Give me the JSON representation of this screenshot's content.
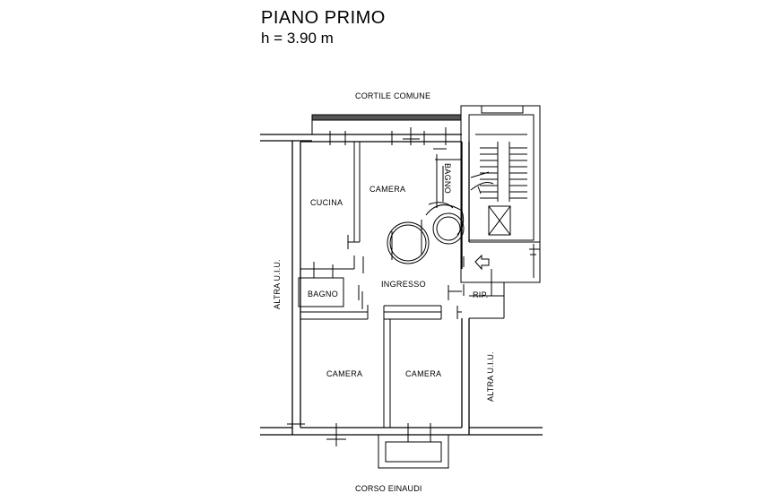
{
  "title": "PIANO PRIMO",
  "subtitle": "h  = 3.90 m",
  "labels": {
    "north": "CORTILE COMUNE",
    "south": "CORSO EINAUDI",
    "west": "ALTRA U.I.U.",
    "east": "ALTRA U.I.U."
  },
  "rooms": {
    "cucina": "CUCINA",
    "camera_north": "CAMERA",
    "bagno_vertical": "BAGNO",
    "bagno": "BAGNO",
    "ingresso": "INGRESSO",
    "rip": "RIP.",
    "camera_sw": "CAMERA",
    "camera_se": "CAMERA"
  }
}
